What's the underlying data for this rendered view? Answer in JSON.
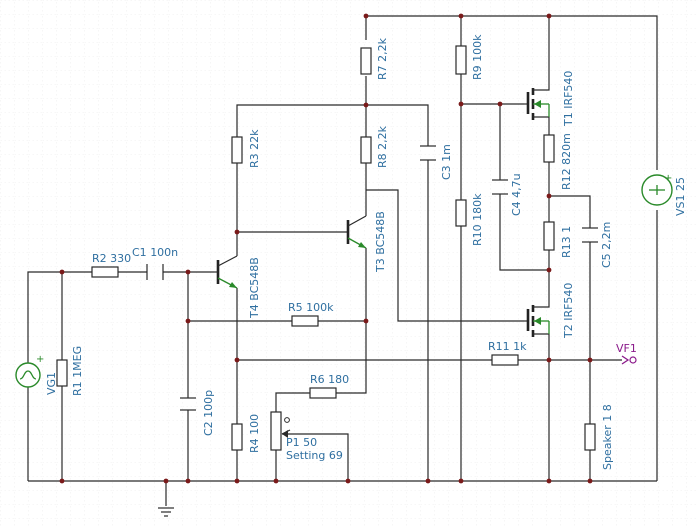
{
  "components": {
    "R1": {
      "ref": "R1",
      "value": "1MEG"
    },
    "R2": {
      "ref": "R2",
      "value": "330"
    },
    "R3": {
      "ref": "R3",
      "value": "22k"
    },
    "R4": {
      "ref": "R4",
      "value": "100"
    },
    "R5": {
      "ref": "R5",
      "value": "100k"
    },
    "R6": {
      "ref": "R6",
      "value": "180"
    },
    "R7": {
      "ref": "R7",
      "value": "2,2k"
    },
    "R8": {
      "ref": "R8",
      "value": "2,2k"
    },
    "R9": {
      "ref": "R9",
      "value": "100k"
    },
    "R10": {
      "ref": "R10",
      "value": "180k"
    },
    "R11": {
      "ref": "R11",
      "value": "1k"
    },
    "R12": {
      "ref": "R12",
      "value": "820m"
    },
    "R13": {
      "ref": "R13",
      "value": "1"
    },
    "C1": {
      "ref": "C1",
      "value": "100n"
    },
    "C2": {
      "ref": "C2",
      "value": "100p"
    },
    "C3": {
      "ref": "C3",
      "value": "1m"
    },
    "C4": {
      "ref": "C4",
      "value": "4,7u"
    },
    "C5": {
      "ref": "C5",
      "value": "2,2m"
    },
    "T1": {
      "ref": "T1",
      "value": "IRF540"
    },
    "T2": {
      "ref": "T2",
      "value": "IRF540"
    },
    "T3": {
      "ref": "T3",
      "value": "BC548B"
    },
    "T4": {
      "ref": "T4",
      "value": "BC548B"
    },
    "P1": {
      "ref": "P1",
      "value": "50",
      "setting": "Setting 69"
    },
    "VG1": {
      "ref": "VG1"
    },
    "VS1": {
      "ref": "VS1",
      "value": "25"
    },
    "Speaker": {
      "ref": "Speaker",
      "value": "1 8"
    },
    "VF1": {
      "ref": "VF1"
    }
  },
  "colors": {
    "label": "#2f6fa0",
    "wire": "#2a2a2a",
    "source": "#2a8a2a",
    "probe": "#8b1a8b",
    "junction": "#7a1a1a",
    "grid": "#d8d8d8"
  },
  "grid": true
}
